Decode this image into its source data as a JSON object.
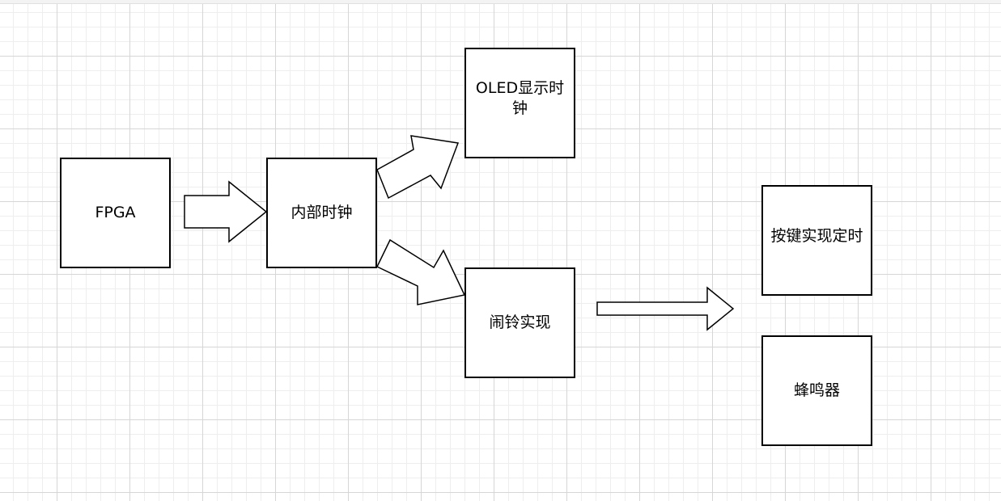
{
  "diagram": {
    "nodes": {
      "fpga": {
        "label": "FPGA"
      },
      "internal_clock": {
        "label": "内部时钟"
      },
      "oled_display": {
        "label": "OLED显示时钟"
      },
      "alarm": {
        "label": "闹铃实现"
      },
      "key_timing": {
        "label": "按键实现定时"
      },
      "buzzer": {
        "label": "蜂鸣器"
      }
    },
    "edges": [
      {
        "from": "fpga",
        "to": "internal_clock"
      },
      {
        "from": "internal_clock",
        "to": "oled_display"
      },
      {
        "from": "internal_clock",
        "to": "alarm"
      },
      {
        "from": "alarm",
        "to": "key_timing"
      }
    ]
  }
}
